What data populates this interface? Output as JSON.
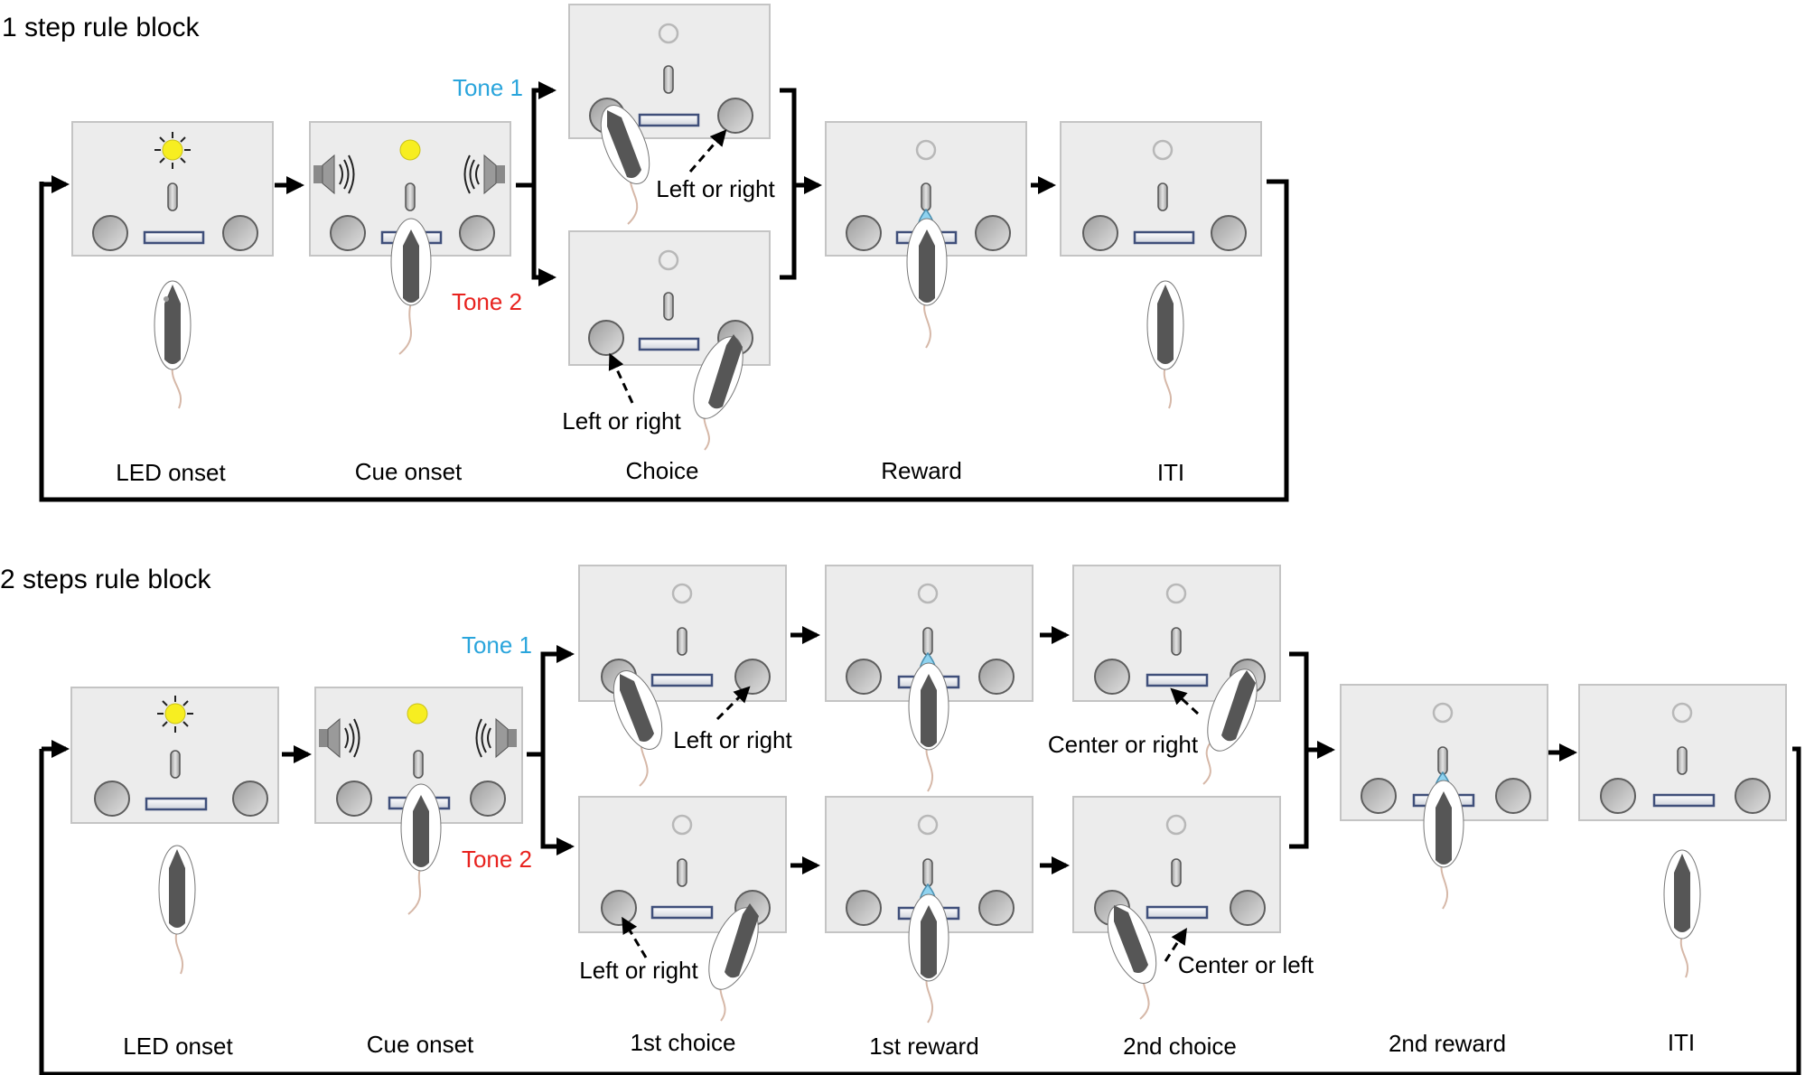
{
  "colors": {
    "tone1": "#2aa5dc",
    "tone2": "#e8231f",
    "led_on": "#f7ee21",
    "panel": "#ececec",
    "mouse": "#565656",
    "tail": "#d6b8a8",
    "water": "#8fd3f0"
  },
  "icons": [
    "led-icon",
    "speaker-icon",
    "mouse-icon",
    "water-drop-icon",
    "arrow-icon"
  ],
  "block1": {
    "title": "1 step rule block",
    "tone1": "Tone 1",
    "tone2": "Tone 2",
    "choice_hint": "Left or right",
    "stages": [
      "LED onset",
      "Cue onset",
      "Choice",
      "Reward",
      "ITI"
    ]
  },
  "block2": {
    "title": "2 steps rule block",
    "tone1": "Tone 1",
    "tone2": "Tone 2",
    "first_hint": "Left or right",
    "second_hint_top": "Center or right",
    "second_hint_bottom": "Center or left",
    "stages": [
      "LED onset",
      "Cue onset",
      "1st choice",
      "1st reward",
      "2nd choice",
      "2nd reward",
      "ITI"
    ]
  }
}
